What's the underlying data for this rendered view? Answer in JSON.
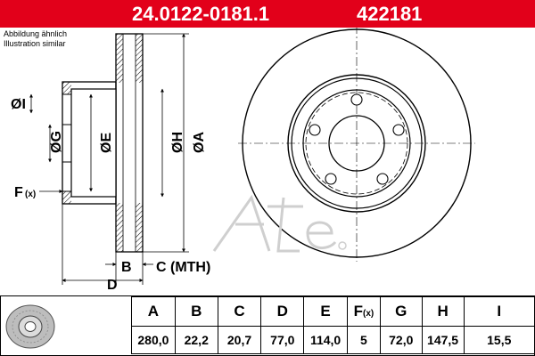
{
  "header": {
    "part_number": "24.0122-0181.1",
    "ref_number": "422181"
  },
  "note": {
    "line1": "Abbildung ähnlich",
    "line2": "Illustration similar"
  },
  "dimension_labels": {
    "I": "ØI",
    "G": "ØG",
    "E": "ØE",
    "H": "ØH",
    "A": "ØA",
    "F": "F",
    "F_sub": "(x)",
    "B": "B",
    "C": "C (MTH)",
    "D": "D"
  },
  "specs": {
    "headers": [
      "A",
      "B",
      "C",
      "D",
      "E",
      "F",
      "G",
      "H",
      "I"
    ],
    "F_header_sub": "(x)",
    "values": [
      "280,0",
      "22,2",
      "20,7",
      "77,0",
      "114,0",
      "5",
      "72,0",
      "147,5",
      "15,5"
    ]
  },
  "colors": {
    "brand_red": "#e2001a",
    "line": "#000000",
    "watermark": "#cfcfcf"
  },
  "icons": [
    "brake-disc-thumbnail",
    "ate-logo-watermark"
  ]
}
